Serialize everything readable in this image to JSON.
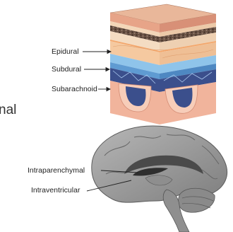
{
  "meninges": {
    "labels": {
      "epidural": "Epidural",
      "subdural": "Subdural",
      "subarachnoid": "Subarachnoid"
    }
  },
  "brain": {
    "labels": {
      "intraparenchymal": "Intraparenchymal",
      "intraventricular": "Intraventricular"
    }
  },
  "cropped_text": {
    "line1": "nal"
  },
  "colors": {
    "skin_pink": "#e9a488",
    "skin_cream": "#f3d6b8",
    "dark_band": "#5a4638",
    "dura": "#f1c7a0",
    "arachnoid_blue": "#6ea9dc",
    "vessel_blue": "#3b4f8c",
    "brain_gray": "#9a9a9a"
  }
}
